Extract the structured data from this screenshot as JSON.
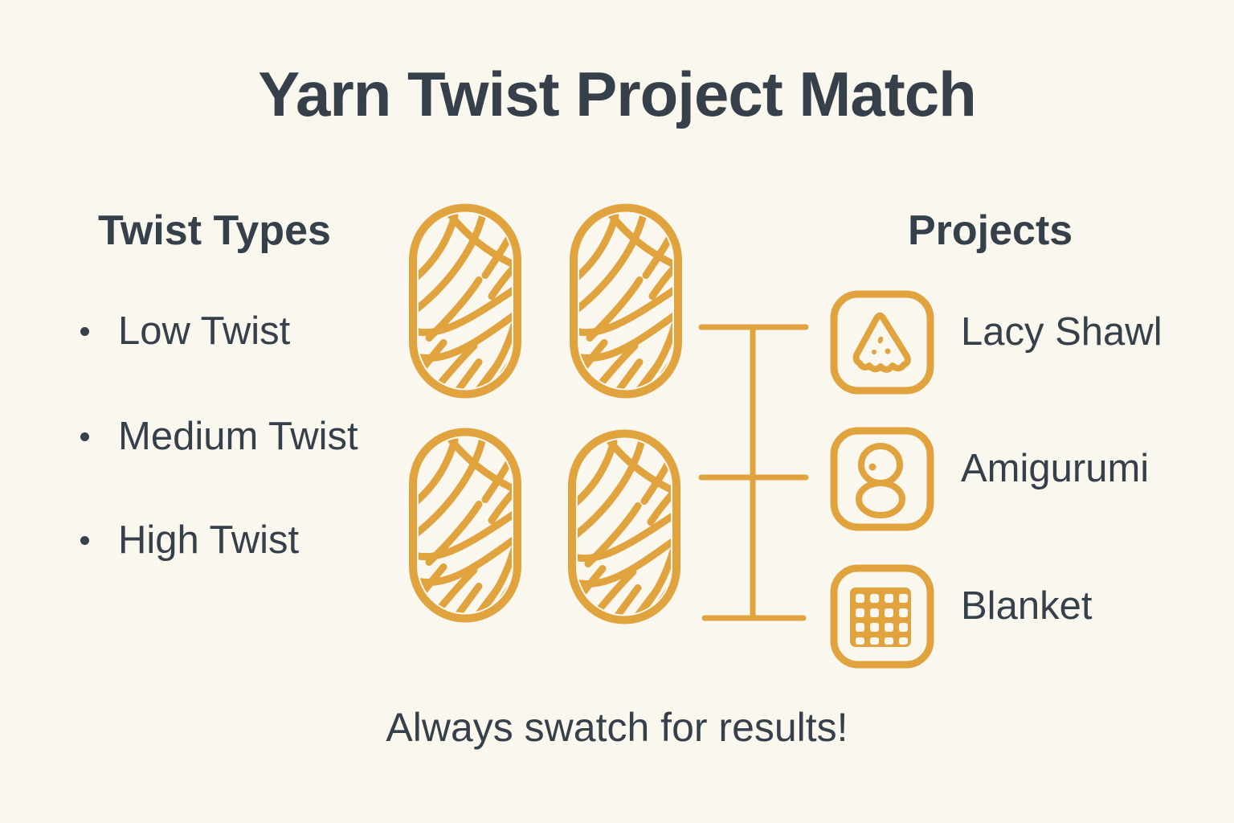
{
  "title": "Yarn Twist Project Match",
  "colors": {
    "accent_gold": "#E1A33E",
    "text_dark": "#36404A",
    "background": "#FAF7EF"
  },
  "twist_types": {
    "heading": "Twist Types",
    "items": [
      {
        "label": "Low Twist"
      },
      {
        "label": "Medium Twist"
      },
      {
        "label": "High Twist"
      }
    ]
  },
  "yarn": {
    "icon": "yarn-skein-icon",
    "skein_count": 4
  },
  "projects": {
    "heading": "Projects",
    "items": [
      {
        "label": "Lacy Shawl",
        "icon": "shawl-icon"
      },
      {
        "label": "Amigurumi",
        "icon": "amigurumi-icon"
      },
      {
        "label": "Blanket",
        "icon": "blanket-icon"
      }
    ]
  },
  "footer": {
    "note": "Always swatch for results!"
  }
}
